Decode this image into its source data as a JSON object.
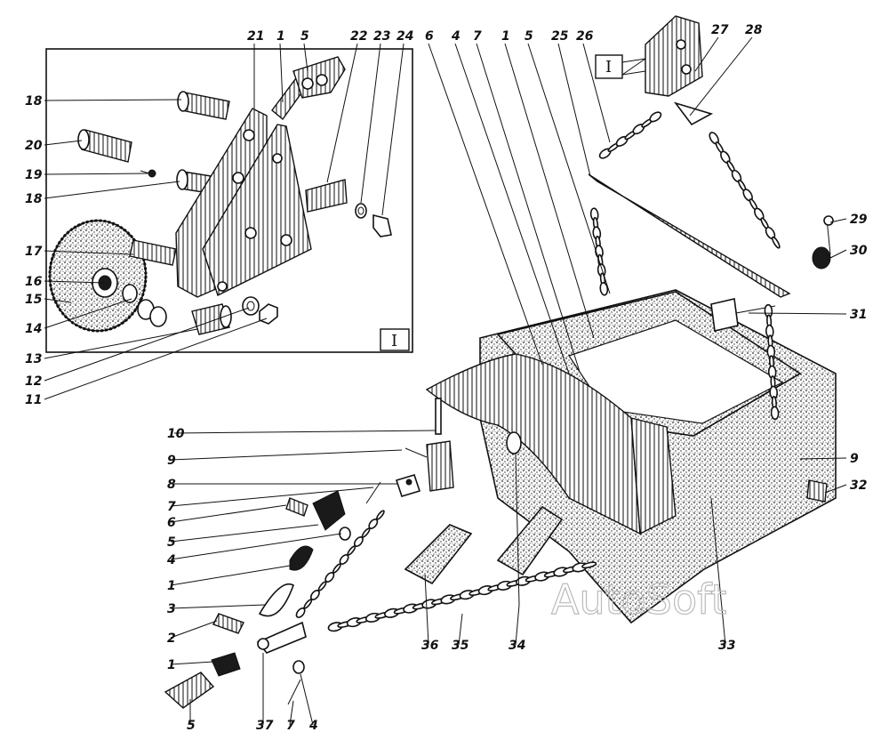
{
  "watermark": "AutoSoft",
  "inset": {
    "view_label": "I"
  },
  "view_marker": {
    "label": "I"
  },
  "callouts": [
    {
      "id": "c21",
      "label": "21"
    },
    {
      "id": "c1a",
      "label": "1"
    },
    {
      "id": "c5a",
      "label": "5"
    },
    {
      "id": "c22",
      "label": "22"
    },
    {
      "id": "c23",
      "label": "23"
    },
    {
      "id": "c24",
      "label": "24"
    },
    {
      "id": "c18a",
      "label": "18"
    },
    {
      "id": "c20",
      "label": "20"
    },
    {
      "id": "c19",
      "label": "19"
    },
    {
      "id": "c18b",
      "label": "18"
    },
    {
      "id": "c17",
      "label": "17"
    },
    {
      "id": "c16",
      "label": "16"
    },
    {
      "id": "c15",
      "label": "15"
    },
    {
      "id": "c14",
      "label": "14"
    },
    {
      "id": "c13",
      "label": "13"
    },
    {
      "id": "c12",
      "label": "12"
    },
    {
      "id": "c11",
      "label": "11"
    },
    {
      "id": "c6a",
      "label": "6"
    },
    {
      "id": "c4a",
      "label": "4"
    },
    {
      "id": "c7a",
      "label": "7"
    },
    {
      "id": "c1b",
      "label": "1"
    },
    {
      "id": "c5b",
      "label": "5"
    },
    {
      "id": "c25",
      "label": "25"
    },
    {
      "id": "c26",
      "label": "26"
    },
    {
      "id": "c27",
      "label": "27"
    },
    {
      "id": "c28",
      "label": "28"
    },
    {
      "id": "c29",
      "label": "29"
    },
    {
      "id": "c30",
      "label": "30"
    },
    {
      "id": "c31",
      "label": "31"
    },
    {
      "id": "c10",
      "label": "10"
    },
    {
      "id": "c9a",
      "label": "9"
    },
    {
      "id": "c8",
      "label": "8"
    },
    {
      "id": "c7b",
      "label": "7"
    },
    {
      "id": "c6b",
      "label": "6"
    },
    {
      "id": "c5c",
      "label": "5"
    },
    {
      "id": "c4b",
      "label": "4"
    },
    {
      "id": "c1c",
      "label": "1"
    },
    {
      "id": "c3",
      "label": "3"
    },
    {
      "id": "c2",
      "label": "2"
    },
    {
      "id": "c1d",
      "label": "1"
    },
    {
      "id": "c5d",
      "label": "5"
    },
    {
      "id": "c37",
      "label": "37"
    },
    {
      "id": "c7c",
      "label": "7"
    },
    {
      "id": "c4c",
      "label": "4"
    },
    {
      "id": "c36",
      "label": "36"
    },
    {
      "id": "c35",
      "label": "35"
    },
    {
      "id": "c34",
      "label": "34"
    },
    {
      "id": "c33",
      "label": "33"
    },
    {
      "id": "c9b",
      "label": "9"
    },
    {
      "id": "c32",
      "label": "32"
    }
  ]
}
